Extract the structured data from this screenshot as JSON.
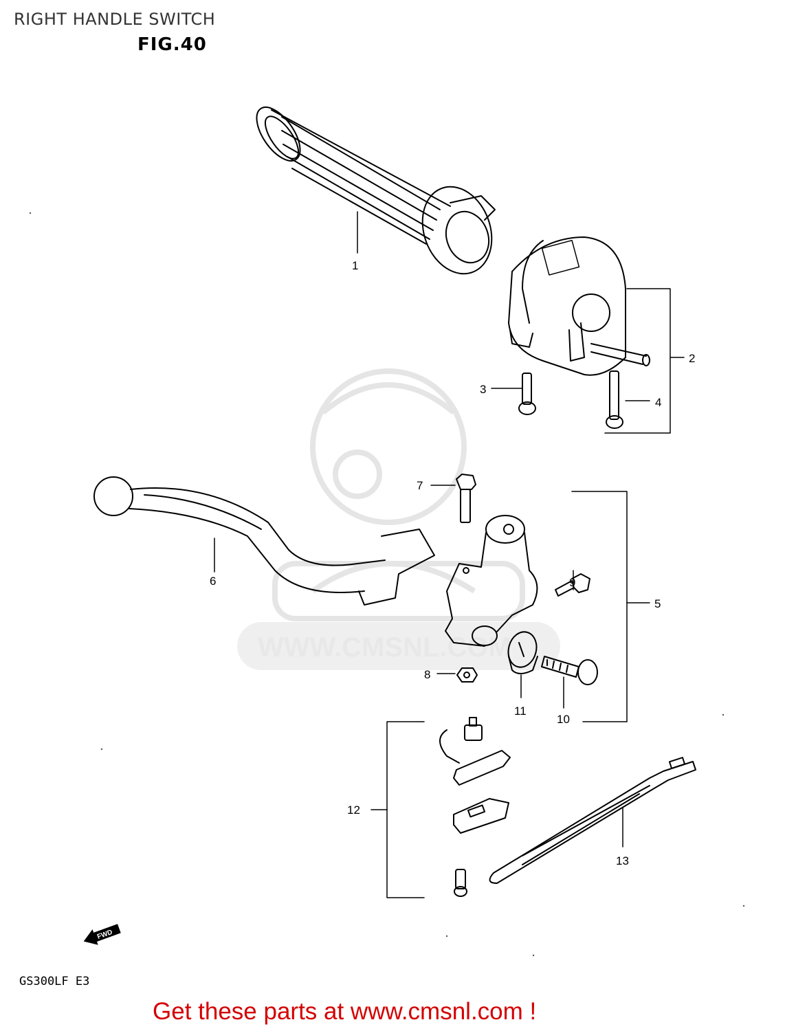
{
  "header": {
    "title": "RIGHT HANDLE SWITCH",
    "figure": "FIG.40"
  },
  "watermark": {
    "url": "WWW.CMSNL.COM"
  },
  "fwd_label": "FWD",
  "model": "GS300LF E3",
  "footer": "Get these parts at www.cmsnl.com !",
  "callouts": [
    {
      "num": "1"
    },
    {
      "num": "2"
    },
    {
      "num": "3"
    },
    {
      "num": "4"
    },
    {
      "num": "5"
    },
    {
      "num": "6"
    },
    {
      "num": "7"
    },
    {
      "num": "8"
    },
    {
      "num": "9"
    },
    {
      "num": "10"
    },
    {
      "num": "11"
    },
    {
      "num": "12"
    },
    {
      "num": "13"
    }
  ],
  "colors": {
    "footer": "#d40000",
    "line": "#000000",
    "watermark": "#e6e6e6"
  }
}
